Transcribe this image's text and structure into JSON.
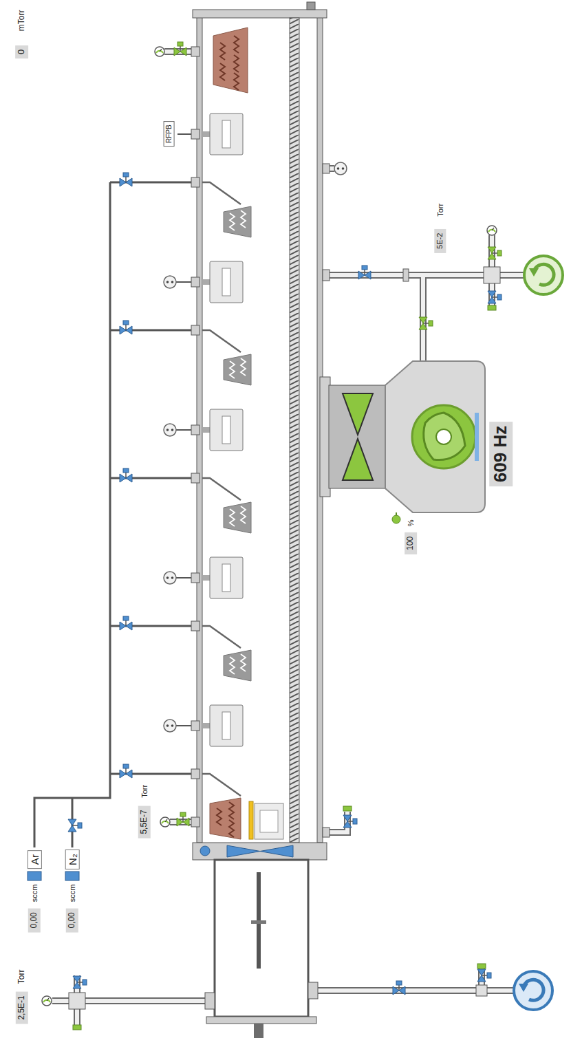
{
  "diagram": {
    "nodes": [
      {
        "text": [
          "0"
        ]
      },
      {
        "text": [
          "RFPB"
        ]
      },
      {
        "text": [
          "5E-2"
        ]
      },
      {
        "text": [
          "609 Hz"
        ]
      },
      {
        "text": [
          "100"
        ]
      },
      {
        "text": [
          "5,5E-7"
        ]
      },
      {
        "text": [
          "Ar"
        ]
      },
      {
        "text": [
          "N₂"
        ]
      },
      {
        "text": [
          "0,00"
        ]
      },
      {
        "text": [
          "0,00"
        ]
      },
      {
        "text": [
          "2,5E-1"
        ]
      }
    ],
    "labels": [
      "mTorr",
      "Torr",
      "%",
      "Torr",
      "sccm",
      "sccm",
      "Torr"
    ]
  }
}
